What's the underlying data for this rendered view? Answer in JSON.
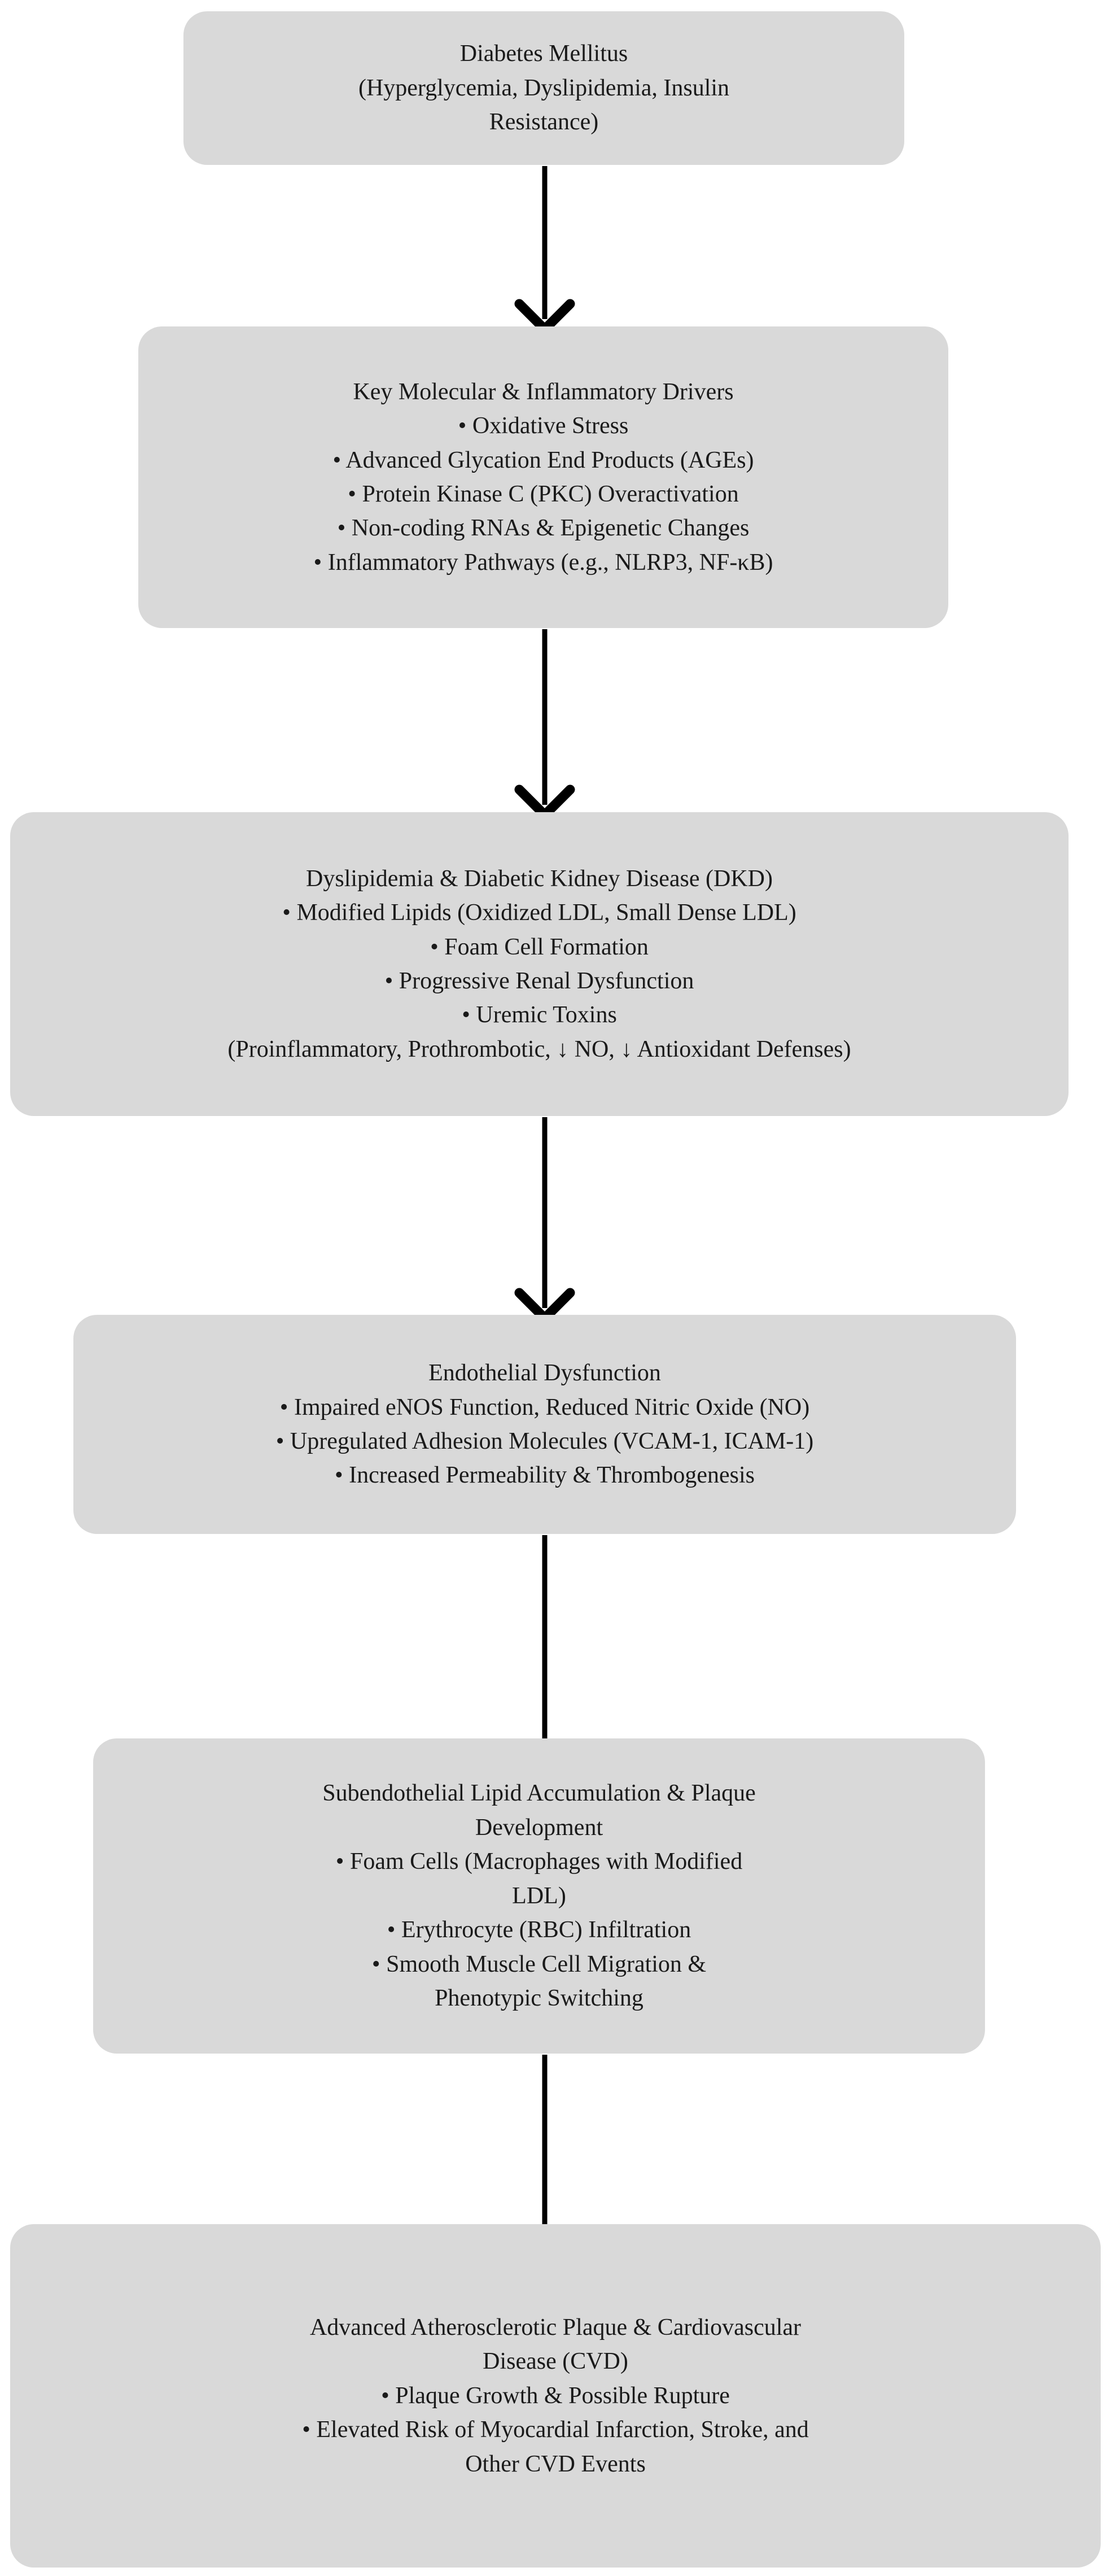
{
  "diagram": {
    "title": "Diabetes-to-Cardiovascular-Disease Pathogenesis Flowchart",
    "orientation": "top-to-bottom",
    "node_fill_color": "#d9d9d9",
    "text_color": "#1a1a1a",
    "arrow_color": "#000000",
    "background_color": "#ffffff",
    "nodes": [
      {
        "id": "diabetes-mellitus",
        "heading": "Diabetes Mellitus",
        "lines": [
          "Diabetes Mellitus",
          "(Hyperglycemia, Dyslipidemia, Insulin",
          "Resistance)"
        ]
      },
      {
        "id": "molecular-inflammatory-drivers",
        "heading": "Key Molecular & Inflammatory Drivers",
        "lines": [
          "Key Molecular & Inflammatory Drivers",
          "• Oxidative Stress",
          "• Advanced Glycation End Products (AGEs)",
          "• Protein Kinase C (PKC) Overactivation",
          "• Non-coding RNAs & Epigenetic Changes",
          "• Inflammatory Pathways (e.g., NLRP3, NF-κB)"
        ]
      },
      {
        "id": "dyslipidemia-diabetic-kidney-disease",
        "heading": "Dyslipidemia & Diabetic Kidney Disease (DKD)",
        "lines": [
          "Dyslipidemia & Diabetic Kidney Disease (DKD)",
          "• Modified Lipids (Oxidized LDL, Small Dense LDL)",
          "• Foam Cell Formation",
          "• Progressive Renal Dysfunction",
          "• Uremic Toxins",
          "(Proinflammatory, Prothrombotic, ↓ NO, ↓ Antioxidant Defenses)"
        ]
      },
      {
        "id": "endothelial-dysfunction",
        "heading": "Endothelial Dysfunction",
        "lines": [
          "Endothelial Dysfunction",
          "• Impaired eNOS Function, Reduced Nitric Oxide (NO)",
          "• Upregulated Adhesion Molecules (VCAM-1, ICAM-1)",
          "• Increased Permeability & Thrombogenesis"
        ]
      },
      {
        "id": "subendothelial-lipid-accumulation",
        "heading": "Subendothelial Lipid Accumulation & Plaque Development",
        "lines": [
          "Subendothelial Lipid Accumulation & Plaque",
          "Development",
          "• Foam Cells (Macrophages with Modified",
          "LDL)",
          "• Erythrocyte (RBC) Infiltration",
          "• Smooth Muscle Cell Migration &",
          "Phenotypic Switching"
        ]
      },
      {
        "id": "advanced-plaque-cardiovascular-disease",
        "heading": "Advanced Atherosclerotic Plaque & Cardiovascular Disease (CVD)",
        "lines": [
          "Advanced Atherosclerotic Plaque & Cardiovascular",
          "Disease (CVD)",
          "• Plaque Growth & Possible Rupture",
          "• Elevated Risk of Myocardial Infarction, Stroke, and",
          "Other CVD Events"
        ]
      }
    ],
    "edges": [
      {
        "id": "edge-1",
        "from": "diabetes-mellitus",
        "to": "molecular-inflammatory-drivers",
        "style": "solid-arrow"
      },
      {
        "id": "edge-2",
        "from": "molecular-inflammatory-drivers",
        "to": "dyslipidemia-diabetic-kidney-disease",
        "style": "solid-arrow"
      },
      {
        "id": "edge-3",
        "from": "dyslipidemia-diabetic-kidney-disease",
        "to": "endothelial-dysfunction",
        "style": "solid-arrow"
      },
      {
        "id": "edge-4",
        "from": "endothelial-dysfunction",
        "to": "subendothelial-lipid-accumulation",
        "style": "solid-arrow"
      },
      {
        "id": "edge-5",
        "from": "subendothelial-lipid-accumulation",
        "to": "advanced-plaque-cardiovascular-disease",
        "style": "solid-arrow"
      }
    ]
  }
}
